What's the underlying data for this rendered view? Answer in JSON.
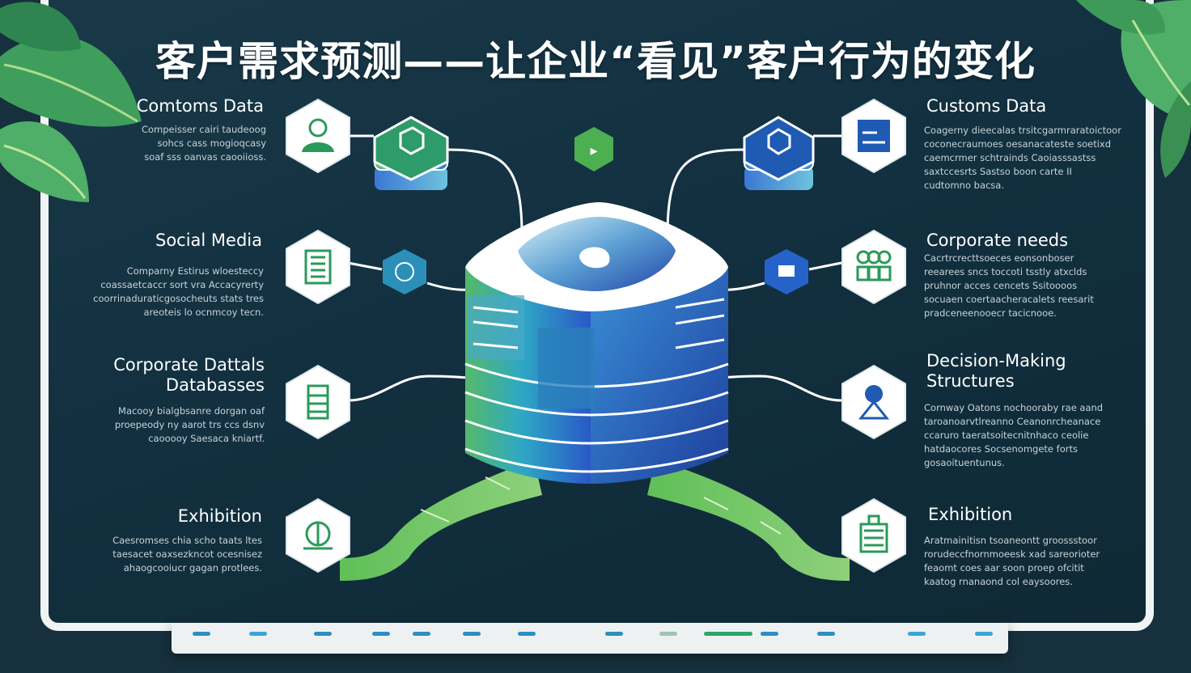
{
  "title": "客户需求预测——让企业“看见”客户行为的变化",
  "left_items": [
    {
      "heading": [
        "Comtoms Data"
      ],
      "desc": [
        "Compeisser cairi taudeoog",
        "sohcs cass mogioqcasy",
        "soaf sss oanvas caooiioss."
      ],
      "icon": "user-icon"
    },
    {
      "heading": [
        "Social Media"
      ],
      "desc": [
        "Comparny Estirus wloesteccy",
        "coassaetcaccr sort vra Accacyrerty",
        "coorrinaduraticgosocheuts stats tres",
        "areoteis lo ocnmcoy tecn."
      ],
      "icon": "document-list-icon"
    },
    {
      "heading": [
        "Corporate Dattals",
        "Databasses"
      ],
      "desc": [
        "Macooy bialgbsanre dorgan oaf",
        "proepeody ny aarot trs ccs dsnv",
        "caooooy Saesaca kniartf."
      ],
      "icon": "stacked-docs-icon"
    },
    {
      "heading": [
        "Exhibition"
      ],
      "desc": [
        "Caesromses chia scho taats ltes",
        "taesacet oaxsezkncot ocesnisez",
        "ahaogcooiucr gagan protlees."
      ],
      "icon": "globe-icon"
    }
  ],
  "right_items": [
    {
      "heading": [
        "Customs Data"
      ],
      "desc": [
        "Coagerny dieecalas trsitcgarmraratoictoor",
        "coconecraumoes oesanacateste soetixd",
        "caemcrmer schtrainds Caoiasssastss",
        "saxtccesrts Sastso boon carte II",
        "cudtomno bacsa."
      ],
      "icon": "chart-dashboard-icon"
    },
    {
      "heading": [
        "Corporate needs"
      ],
      "desc": [
        "Cacrtrcrecttsoeces eonsonboser",
        "reearees sncs toccoti tsstly atxclds",
        "pruhnor acces cencets Ssitoooos",
        "socuaen coertaacheracalets reesarit",
        "pradceneenooecr tacicnooe."
      ],
      "icon": "team-group-icon"
    },
    {
      "heading": [
        "Decision-Making",
        "Structures"
      ],
      "desc": [
        "Cornway Oatons nochooraby rae aand",
        "taroanoarvtlreanno Ceanonrcheanace",
        "ccaruro taeratsoitecnitnhaco ceolie",
        "hatdaocores Socsenomgete forts",
        "gosaoituentunus."
      ],
      "icon": "decision-person-icon"
    },
    {
      "heading": [
        "Exhibition"
      ],
      "desc": [
        "Aratmainitisn tsoaneontt groossstoor",
        "rorudeccfnornmoeesk xad sareorioter",
        "feaomt coes aar soon proep ofcitit",
        "kaatog rnanaond col eaysoores."
      ],
      "icon": "building-icon"
    }
  ],
  "colors": {
    "background": "#17303d",
    "green": "#5fb95d",
    "blue": "#2d6fd2",
    "teal": "#3aa0c9",
    "white": "#ffffff"
  }
}
